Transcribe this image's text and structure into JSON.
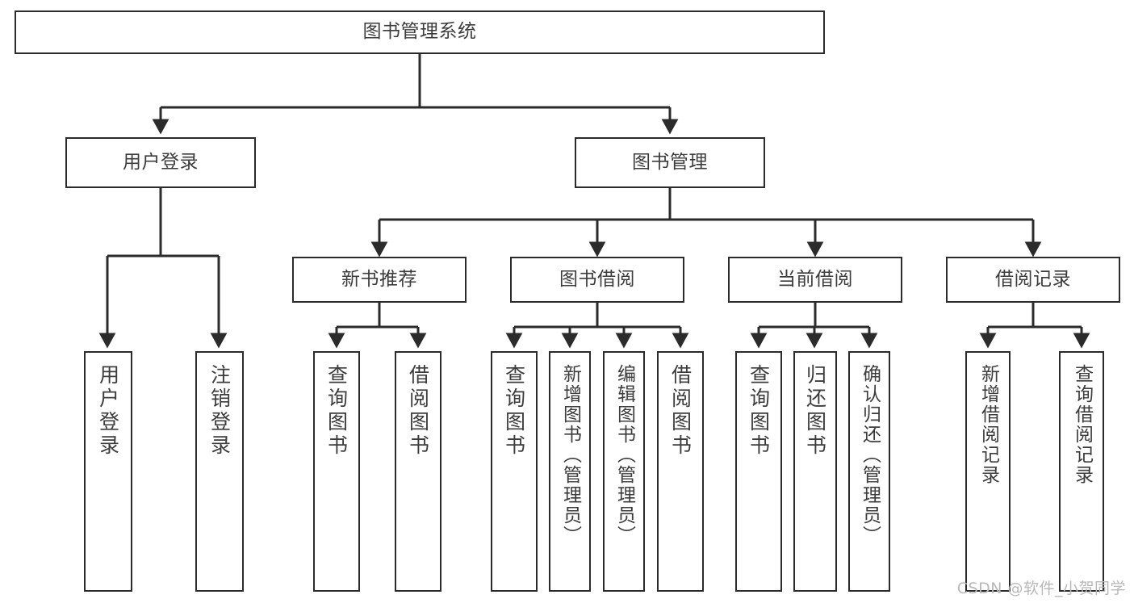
{
  "diagram": {
    "title": "图书管理系统",
    "watermark": "CSDN @软件_小贺同学",
    "stroke_color": "#2b2b2b",
    "text_color": "#3c3c3c",
    "background_color": "#ffffff",
    "nodes": {
      "root": {
        "label": "图书管理系统"
      },
      "level2": [
        {
          "id": "user-login",
          "label": "用户登录"
        },
        {
          "id": "book-management",
          "label": "图书管理"
        }
      ],
      "level3": [
        {
          "id": "new-book-recommend",
          "label": "新书推荐"
        },
        {
          "id": "book-borrow",
          "label": "图书借阅"
        },
        {
          "id": "current-borrow",
          "label": "当前借阅"
        },
        {
          "id": "borrow-record",
          "label": "借阅记录"
        }
      ],
      "leaves": {
        "user_login": [
          {
            "id": "leaf-user-login",
            "label": "用户登录"
          },
          {
            "id": "leaf-logout-login",
            "label": "注销登录"
          }
        ],
        "new_book_recommend": [
          {
            "id": "leaf-query-book-1",
            "label": "查询图书"
          },
          {
            "id": "leaf-borrow-book-1",
            "label": "借阅图书"
          }
        ],
        "book_borrow": [
          {
            "id": "leaf-query-book-2",
            "label": "查询图书"
          },
          {
            "id": "leaf-add-book-admin",
            "label": "新增图书（管理员）"
          },
          {
            "id": "leaf-edit-book-admin",
            "label": "编辑图书（管理员）"
          },
          {
            "id": "leaf-borrow-book-2",
            "label": "借阅图书"
          }
        ],
        "current_borrow": [
          {
            "id": "leaf-query-book-3",
            "label": "查询图书"
          },
          {
            "id": "leaf-return-book",
            "label": "归还图书"
          },
          {
            "id": "leaf-confirm-return-admin",
            "label": "确认归还（管理员）"
          }
        ],
        "borrow_record": [
          {
            "id": "leaf-add-borrow-record",
            "label": "新增借阅记录"
          },
          {
            "id": "leaf-query-borrow-record",
            "label": "查询借阅记录"
          }
        ]
      }
    }
  }
}
